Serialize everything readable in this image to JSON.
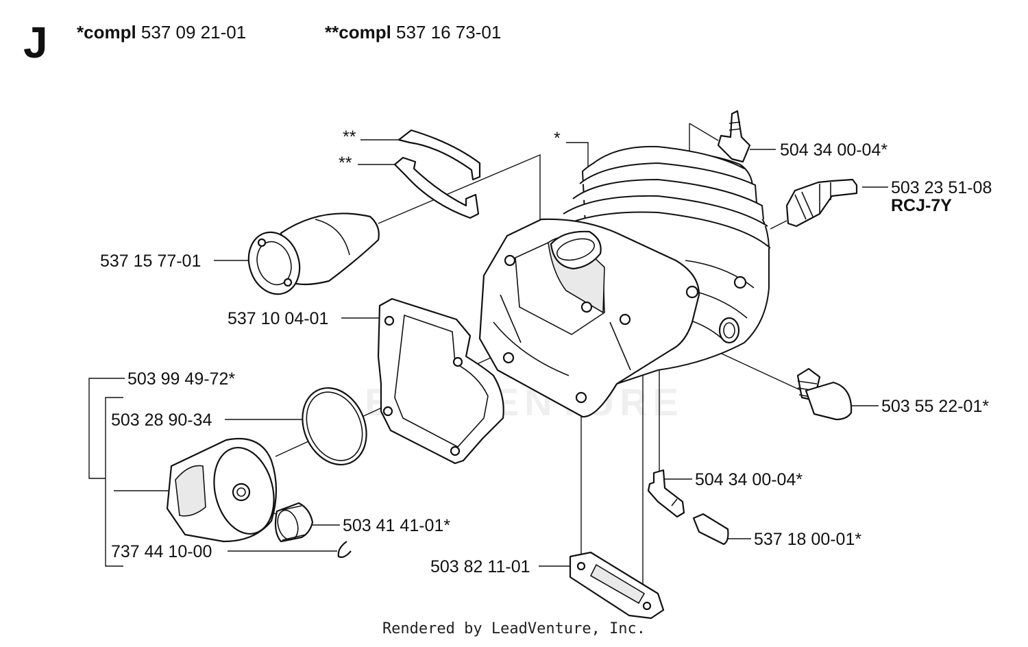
{
  "section_letter": "J",
  "kits": [
    {
      "prefix": "*compl",
      "number": "537 09 21-01"
    },
    {
      "prefix": "**compl",
      "number": "537 16 73-01"
    }
  ],
  "watermark": "LEADVENTURE",
  "footer": "Rendered by LeadVenture, Inc.",
  "callouts": {
    "clip_upper": "**",
    "clip_lower": "**",
    "cylinder": "*",
    "fitting_top": "504 34 00-04*",
    "spark_plug": "503 23 51-08",
    "spark_plug_type": "RCJ-7Y",
    "intake_pipe": "537 15 77-01",
    "gasket_base": "537 10 04-01",
    "piston_kit": "503 99 49-72*",
    "piston_ring": "503 28 90-34",
    "decomp_valve": "503 55 22-01*",
    "fitting_bottom": "504 34 00-04*",
    "needle_bearing": "503 41 41-01*",
    "plug_sleeve": "537 18 00-01*",
    "circlip": "737 44 10-00",
    "gasket_exhaust": "503 82 11-01"
  }
}
